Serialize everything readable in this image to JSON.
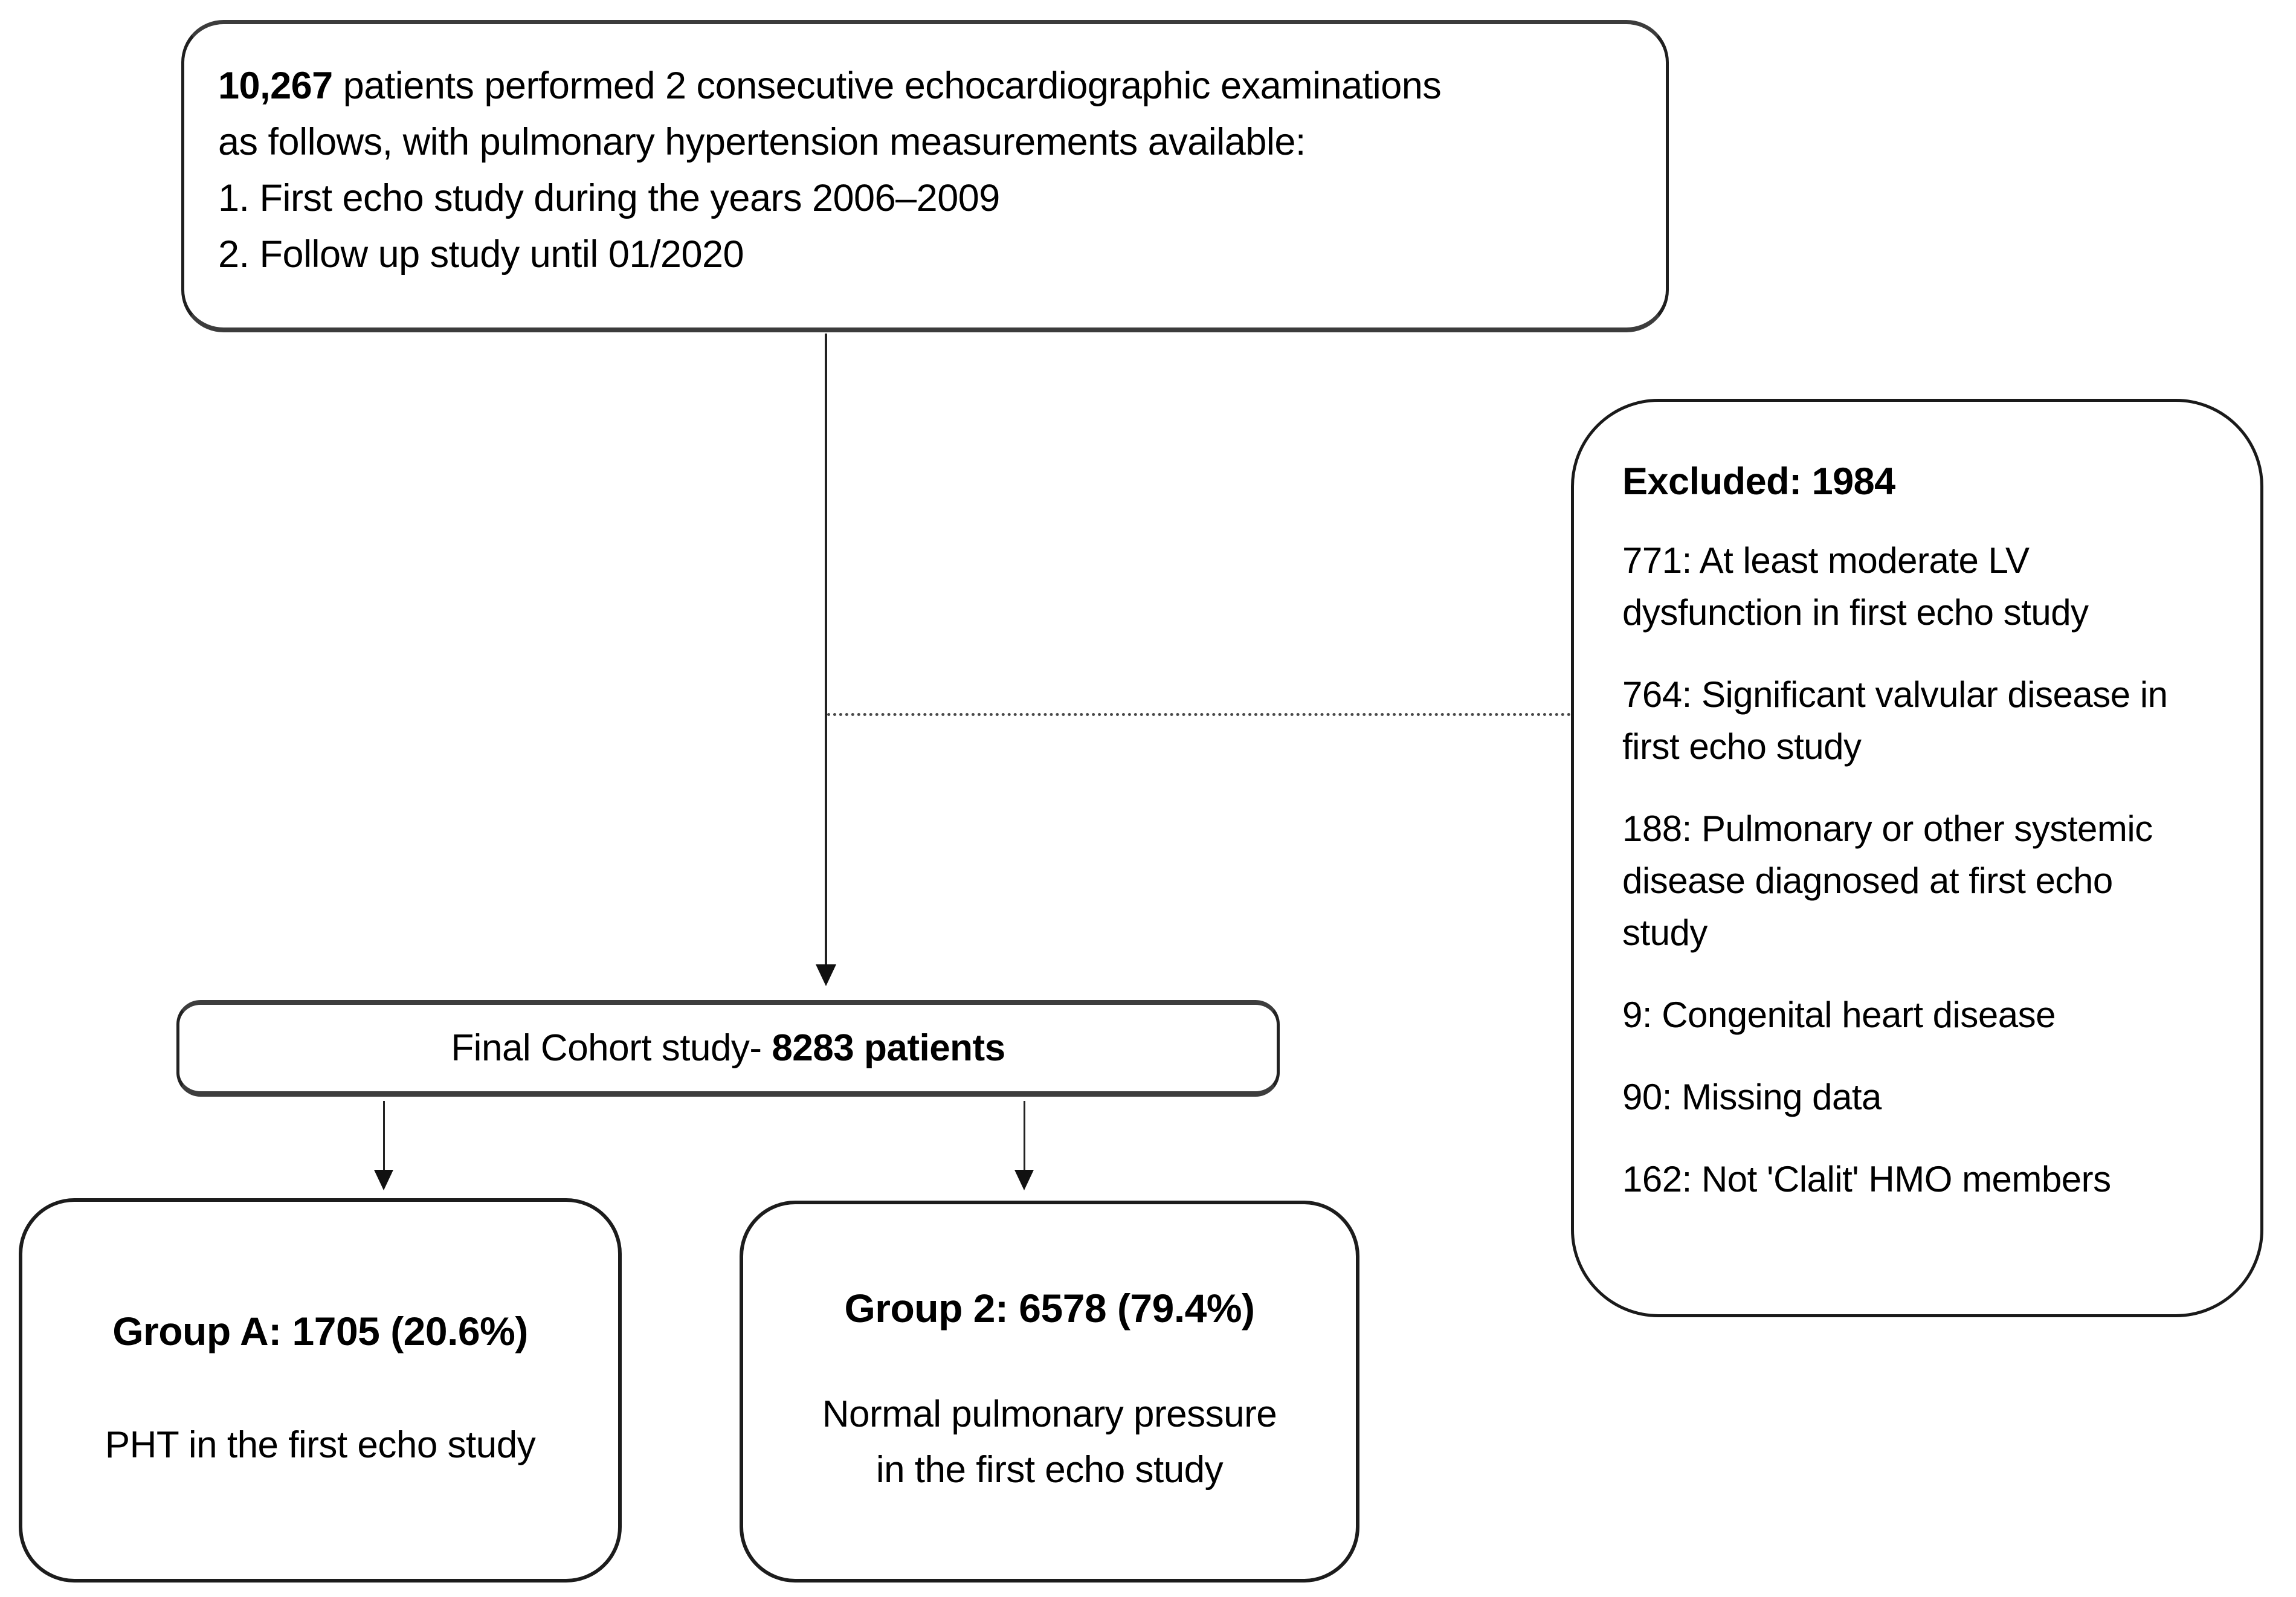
{
  "figure": {
    "top_box": {
      "count": "10,267",
      "line1_rest": " patients performed 2 consecutive echocardiographic examinations",
      "line2": "as follows, with pulmonary hypertension measurements available:",
      "line3": "1. First echo study during the years 2006–2009",
      "line4": "2. Follow up study until 01/2020"
    },
    "excluded_box": {
      "title": "Excluded: 1984",
      "items": [
        "771: At least moderate LV\ndysfunction in first echo study",
        "764: Significant valvular disease in\nfirst echo study",
        "188: Pulmonary or other systemic\ndisease diagnosed at first echo\nstudy",
        "9: Congenital heart disease",
        "90: Missing data",
        "162: Not 'Clalit' HMO members"
      ]
    },
    "final_box": {
      "text": "Final Cohort study- ",
      "text_bold": "8283 patients"
    },
    "group_a_box": {
      "title": "Group A: 1705 (20.6%)",
      "subtitle": "PHT in the first echo study"
    },
    "group_2_box": {
      "title": "Group 2: 6578 (79.4%)",
      "subtitle": "Normal pulmonary pressure\nin the first echo study"
    }
  },
  "colors": {
    "background": "#ffffff",
    "text": "#000000",
    "box_border": "#1a1a1a",
    "edge_accent": "#3c3c3c",
    "dashed_line": "#4a4a4a"
  }
}
